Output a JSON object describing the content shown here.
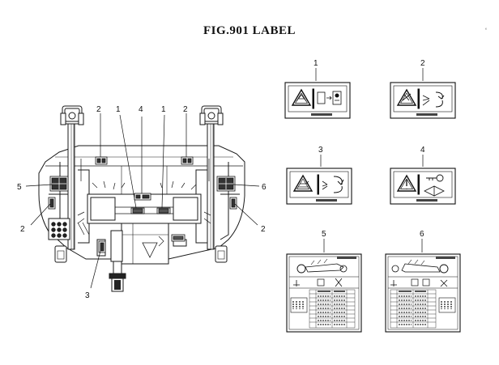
{
  "figure": {
    "title": "FIG.901  LABEL",
    "corner_mark": "‘"
  },
  "callouts": {
    "machine": [
      "2",
      "1",
      "4",
      "1",
      "2",
      "5",
      "6",
      "2",
      "2",
      "3"
    ],
    "labels": [
      "1",
      "2",
      "3",
      "4",
      "5",
      "6"
    ]
  },
  "icons": [
    "machine-front-view",
    "warning-triangle-icon",
    "crush-hazard-icon",
    "manual-book-icon",
    "key-icon",
    "rotating-blade-icon",
    "mower-deck-icon",
    "height-adjust-table"
  ],
  "colors": {
    "line": "#1a1a1a",
    "panel": "#ffffff"
  }
}
